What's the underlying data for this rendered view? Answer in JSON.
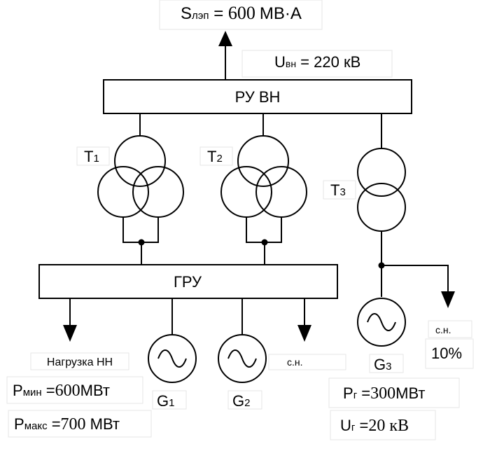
{
  "power_line": {
    "symbol": "S",
    "subscript": "лэп",
    "equals": " = ",
    "value": "600",
    "unit": "МВ·А"
  },
  "hv_voltage": {
    "symbol": "U",
    "subscript": "вн",
    "text": " = 220 кВ"
  },
  "hv_bus": {
    "label": "РУ ВН"
  },
  "gru_bus": {
    "label": "ГРУ"
  },
  "transformers": [
    {
      "letter": "T",
      "index": "1"
    },
    {
      "letter": "T",
      "index": "2"
    },
    {
      "letter": "T",
      "index": "3"
    }
  ],
  "generators": [
    {
      "letter": "G",
      "index": "1"
    },
    {
      "letter": "G",
      "index": "2"
    },
    {
      "letter": "G",
      "index": "3"
    }
  ],
  "load_nn": {
    "label": "Нагрузка НН"
  },
  "p_min": {
    "symbol": "P",
    "subscript": "мин",
    "equals": " =",
    "value": "600",
    "unit": "МВт"
  },
  "p_max": {
    "symbol": "P",
    "subscript": "макс",
    "equals": " =",
    "value": "700",
    "unit": " МВт"
  },
  "aux_gru": {
    "label": "с.н."
  },
  "aux_g3": {
    "label": "с.н.",
    "value": "10%"
  },
  "g3_power": {
    "symbol": "P",
    "subscript": "г",
    "equals": " =",
    "value": "300",
    "unit": "МВт"
  },
  "g3_voltage": {
    "symbol": "U",
    "subscript": "г",
    "equals": " =",
    "value": "20",
    "unit": " кВ"
  }
}
